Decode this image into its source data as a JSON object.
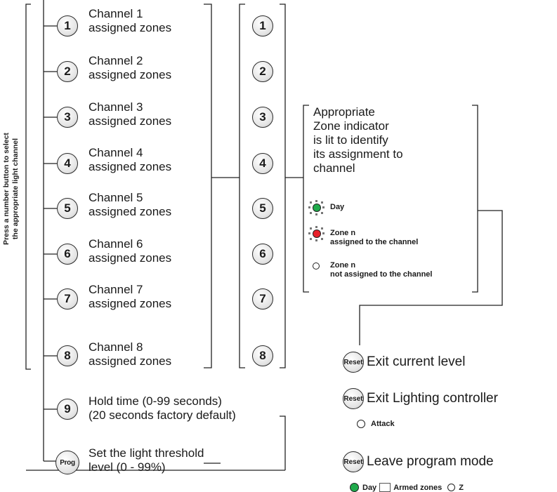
{
  "instruction": {
    "lines": [
      "Press a number button to select",
      "the appropriate light channel"
    ]
  },
  "channels": [
    {
      "key": "1",
      "line1": "Channel 1",
      "line2": "assigned zones"
    },
    {
      "key": "2",
      "line1": "Channel 2",
      "line2": "assigned zones"
    },
    {
      "key": "3",
      "line1": "Channel 3",
      "line2": "assigned zones"
    },
    {
      "key": "4",
      "line1": "Channel 4",
      "line2": "assigned zones"
    },
    {
      "key": "5",
      "line1": "Channel 5",
      "line2": "assigned zones"
    },
    {
      "key": "6",
      "line1": "Channel 6",
      "line2": "assigned zones"
    },
    {
      "key": "7",
      "line1": "Channel 7",
      "line2": "assigned zones"
    },
    {
      "key": "8",
      "line1": "Channel 8",
      "line2": "assigned zones"
    }
  ],
  "hold_time": {
    "key": "9",
    "line1": "Hold time (0-99 seconds)",
    "line2": "(20 seconds factory default)"
  },
  "threshold": {
    "key": "Prog",
    "line1": "Set the light threshold",
    "line2": "level (0 - 99%)"
  },
  "info": {
    "lines": [
      "Appropriate",
      "Zone indicator",
      "is lit to identify",
      "its assignment to",
      "channel"
    ]
  },
  "legend": [
    {
      "icon": "green-led-icon",
      "color": "#1faa4b",
      "lines": [
        "Day"
      ]
    },
    {
      "icon": "red-led-icon",
      "color": "#e8202a",
      "lines": [
        "Zone n",
        "assigned to the channel"
      ]
    },
    {
      "icon": "unlit-led-icon",
      "color": "#ffffff",
      "lines": [
        "Zone n",
        "not assigned to the channel"
      ]
    }
  ],
  "reset_actions": [
    {
      "key": "Reset",
      "label": "Exit current level"
    },
    {
      "key": "Reset",
      "label": "Exit Lighting controller"
    },
    {
      "key": "Reset",
      "label": "Leave program mode"
    }
  ],
  "attack_label": "Attack",
  "bottom_strip": {
    "day": "Day",
    "armed": "Armed zones",
    "tail": "Z"
  },
  "colors": {
    "line": "#222222",
    "button_fill": "#e4e4e4",
    "green": "#1faa4b",
    "red": "#e8202a"
  }
}
